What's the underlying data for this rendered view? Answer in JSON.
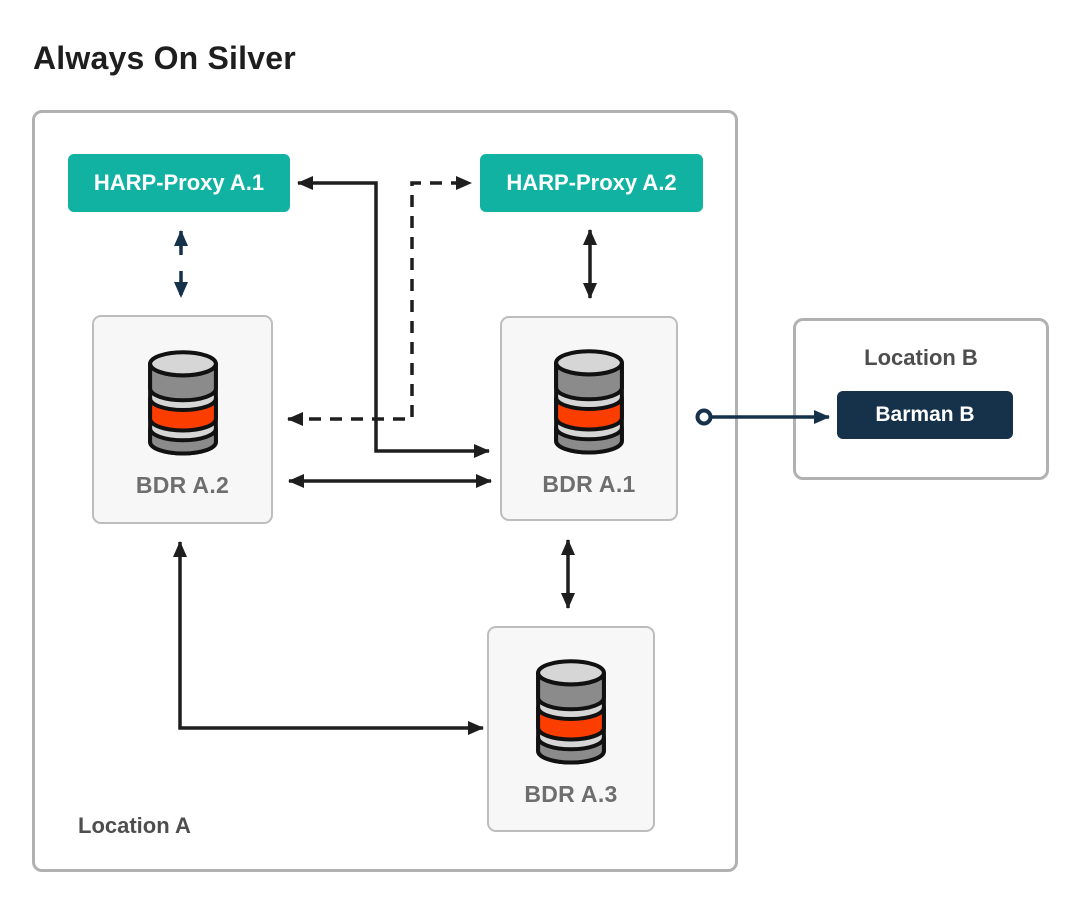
{
  "title": "Always On Silver",
  "colors": {
    "teal": "#12b2a3",
    "navy": "#16324a",
    "red": "#fb3e00",
    "ink": "#1e1e1e",
    "box-border": "#b1b1b1",
    "node-border": "#bdbdbd",
    "node-bg": "#f7f7f7",
    "label-gray": "#6e6e6e",
    "location-label": "#4e4e4e",
    "cyl-gray": "#8b8b8b",
    "cyl-light": "#d6d6d6"
  },
  "location_a": {
    "label": "Location A",
    "harp_proxy_a1": "HARP-Proxy A.1",
    "harp_proxy_a2": "HARP-Proxy A.2",
    "bdr_a1": "BDR A.1",
    "bdr_a2": "BDR A.2",
    "bdr_a3": "BDR A.3"
  },
  "location_b": {
    "label": "Location B",
    "barman_b": "Barman B"
  },
  "connections": [
    {
      "from": "BDR A.1",
      "to": "HARP-Proxy A.1",
      "style": "solid",
      "arrows": "both",
      "color": "#1e1e1e"
    },
    {
      "from": "BDR A.2",
      "to": "HARP-Proxy A.2",
      "style": "dashed",
      "arrows": "both",
      "color": "#1e1e1e"
    },
    {
      "from": "HARP-Proxy A.1",
      "to": "BDR A.2",
      "style": "dashed",
      "arrows": "both",
      "color": "#16324a"
    },
    {
      "from": "HARP-Proxy A.2",
      "to": "BDR A.1",
      "style": "solid",
      "arrows": "both",
      "color": "#1e1e1e"
    },
    {
      "from": "BDR A.2",
      "to": "BDR A.1",
      "style": "solid",
      "arrows": "both",
      "color": "#1e1e1e"
    },
    {
      "from": "BDR A.1",
      "to": "BDR A.3",
      "style": "solid",
      "arrows": "both",
      "color": "#1e1e1e"
    },
    {
      "from": "BDR A.2",
      "to": "BDR A.3",
      "style": "solid",
      "arrows": "both",
      "color": "#1e1e1e"
    },
    {
      "from": "BDR A.1",
      "to": "Barman B",
      "style": "solid, circle origin",
      "arrows": "end",
      "color": "#16324a"
    }
  ]
}
